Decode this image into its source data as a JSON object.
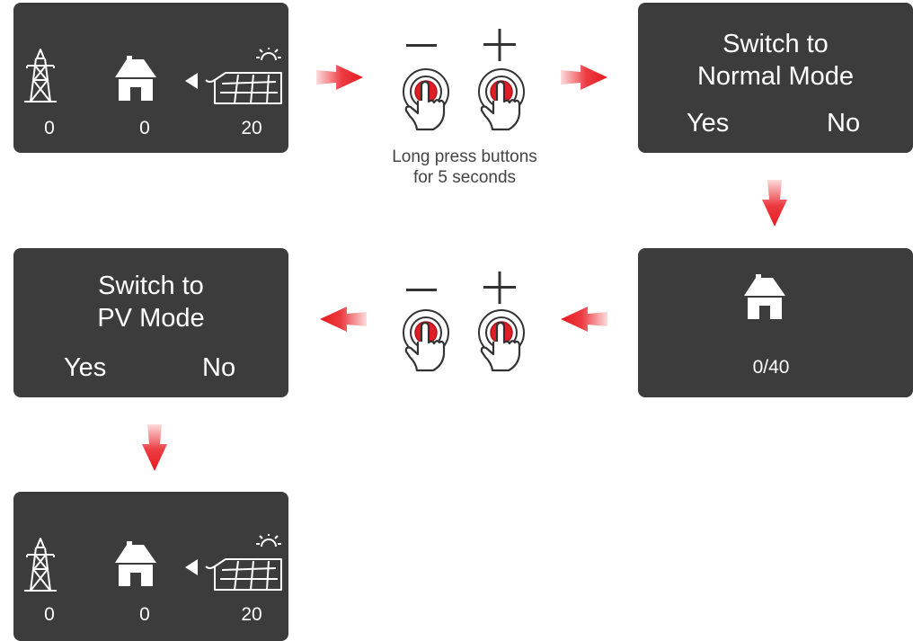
{
  "colors": {
    "screen_bg": "#3c3c3c",
    "arrow": "#e8191f",
    "button_red": "#e01e25"
  },
  "icons": [
    "power-tower-icon",
    "house-icon",
    "solar-panel-icon",
    "minus-icon",
    "plus-icon",
    "press-button-icon",
    "arrow-icon"
  ],
  "screen1": {
    "grid": "0",
    "home": "0",
    "pv": "20"
  },
  "buttons_step": {
    "minus": "−",
    "plus": "+",
    "caption_line1": "Long press buttons",
    "caption_line2": "for 5 seconds"
  },
  "screen2": {
    "title_line1": "Switch to",
    "title_line2": "Normal Mode",
    "yes": "Yes",
    "no": "No"
  },
  "screen3": {
    "value": "0/40"
  },
  "screen4": {
    "title_line1": "Switch to",
    "title_line2": "PV Mode",
    "yes": "Yes",
    "no": "No"
  },
  "screen5": {
    "grid": "0",
    "home": "0",
    "pv": "20"
  }
}
